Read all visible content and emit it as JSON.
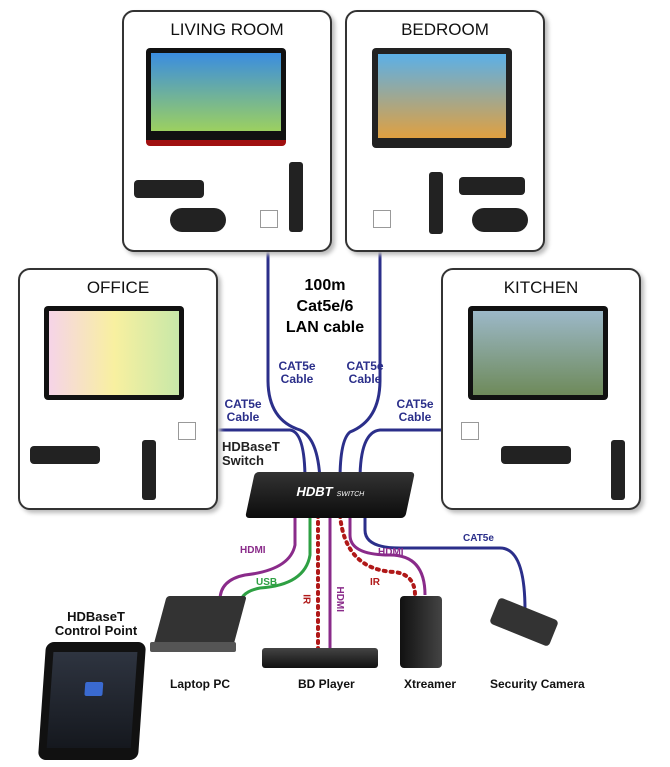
{
  "rooms": {
    "living": "LIVING ROOM",
    "bedroom": "BEDROOM",
    "office": "OFFICE",
    "kitchen": "KITCHEN"
  },
  "main_cable": {
    "line1": "100m",
    "line2": "Cat5e/6",
    "line3": "LAN cable"
  },
  "cable_labels": {
    "cat5e_line1": "CAT5e",
    "cat5e_line2": "Cable",
    "hdmi": "HDMI",
    "usb": "USB",
    "ir": "IR",
    "catse": "CAT5e"
  },
  "switch": {
    "label_line1": "HDBaseT",
    "label_line2": "Switch",
    "brand": "HDBT",
    "brand_sub": "SWITCH"
  },
  "control_point": {
    "line1": "HDBaseT",
    "line2": "Control Point"
  },
  "devices": {
    "laptop": "Laptop PC",
    "bd": "BD Player",
    "xtreamer": "Xtreamer",
    "camera": "Security Camera"
  },
  "colors": {
    "cat": "#2b2f8a",
    "hdmi": "#8a2b8a",
    "usb": "#2ea043",
    "ir": "#b01818"
  }
}
